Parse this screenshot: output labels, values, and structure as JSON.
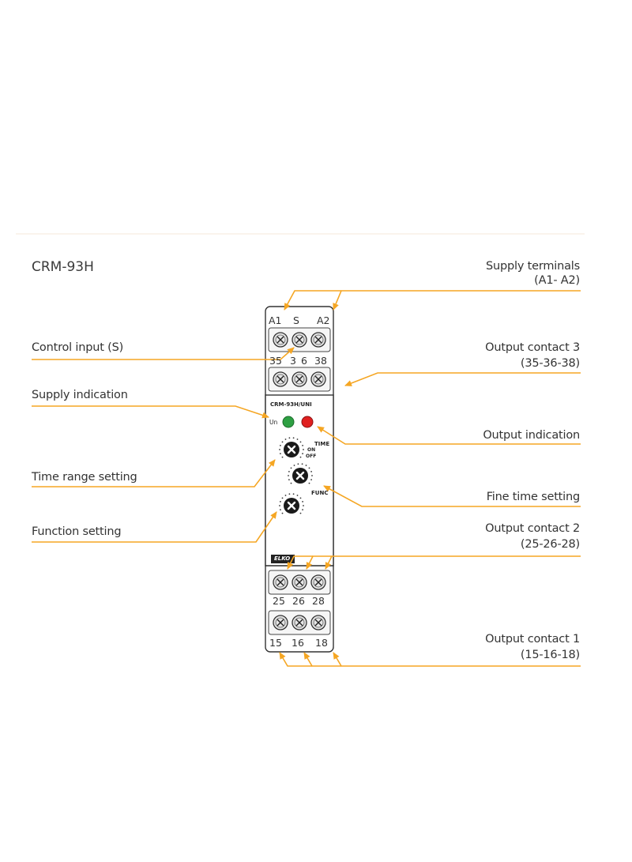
{
  "model": "CRM-93H",
  "device": {
    "label": "CRM-93H/UNI",
    "led_un": "Un",
    "time_label": "TIME",
    "func_label": "FUNC",
    "on_label": "ON",
    "off_label": "OFF",
    "brand": "ELKO"
  },
  "terminals": {
    "top_row": [
      "A1",
      "S",
      "A2"
    ],
    "second_row": [
      "35",
      "3",
      "6",
      "38"
    ],
    "bottom_upper": [
      "25",
      "26",
      "28"
    ],
    "bottom_lower": [
      "15",
      "16",
      "18"
    ]
  },
  "labels": {
    "supply_terminals": "Supply terminals",
    "supply_terminals_sub": "(A1- A2)",
    "control_input": "Control input (S)",
    "output_contact_3": "Output contact 3",
    "output_contact_3_sub": "(35-36-38)",
    "supply_indication": "Supply indication",
    "output_indication": "Output indication",
    "time_range_setting": "Time range setting",
    "fine_time_setting": "Fine time setting",
    "function_setting": "Function setting",
    "output_contact_2": "Output contact 2",
    "output_contact_2_sub": "(25-26-28)",
    "output_contact_1": "Output contact 1",
    "output_contact_1_sub": "(15-16-18)"
  },
  "colors": {
    "leader": "#f5a623",
    "led_green": "#2ea043",
    "led_red": "#e02020",
    "device_outline": "#333333"
  }
}
